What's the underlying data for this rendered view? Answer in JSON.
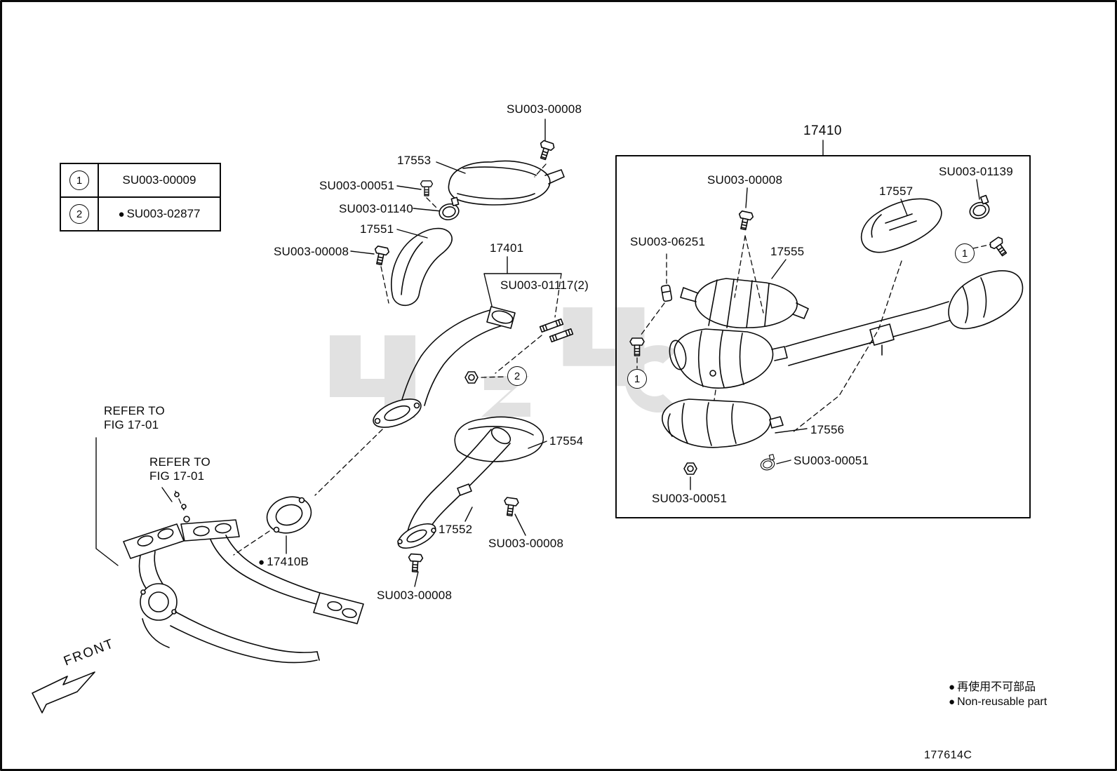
{
  "meta": {
    "drawing_code": "177614C"
  },
  "parts": {
    "p17401": "17401",
    "p17410": "17410",
    "p17410b": "17410B",
    "p17551": "17551",
    "p17552": "17552",
    "p17553": "17553",
    "p17554": "17554",
    "p17555": "17555",
    "p17556": "17556",
    "p17557": "17557"
  },
  "fasteners": {
    "su003_00008": "SU003-00008",
    "su003_00009": "SU003-00009",
    "su003_00051": "SU003-00051",
    "su003_01117_2": "SU003-01117(2)",
    "su003_01139": "SU003-01139",
    "su003_01140": "SU003-01140",
    "su003_02877": "SU003-02877",
    "su003_06251": "SU003-06251"
  },
  "legend": {
    "row1_num": "1",
    "row1_part": "SU003-00009",
    "row2_num": "2",
    "row2_part": "SU003-02877"
  },
  "callouts": {
    "c1": "1",
    "c2": "2"
  },
  "refer_note": {
    "line1": "REFER TO",
    "line2": "FIG 17-01"
  },
  "front_label": "FRONT",
  "legend_notes": {
    "jp": "再使用不可部品",
    "en": "Non-reusable part"
  }
}
